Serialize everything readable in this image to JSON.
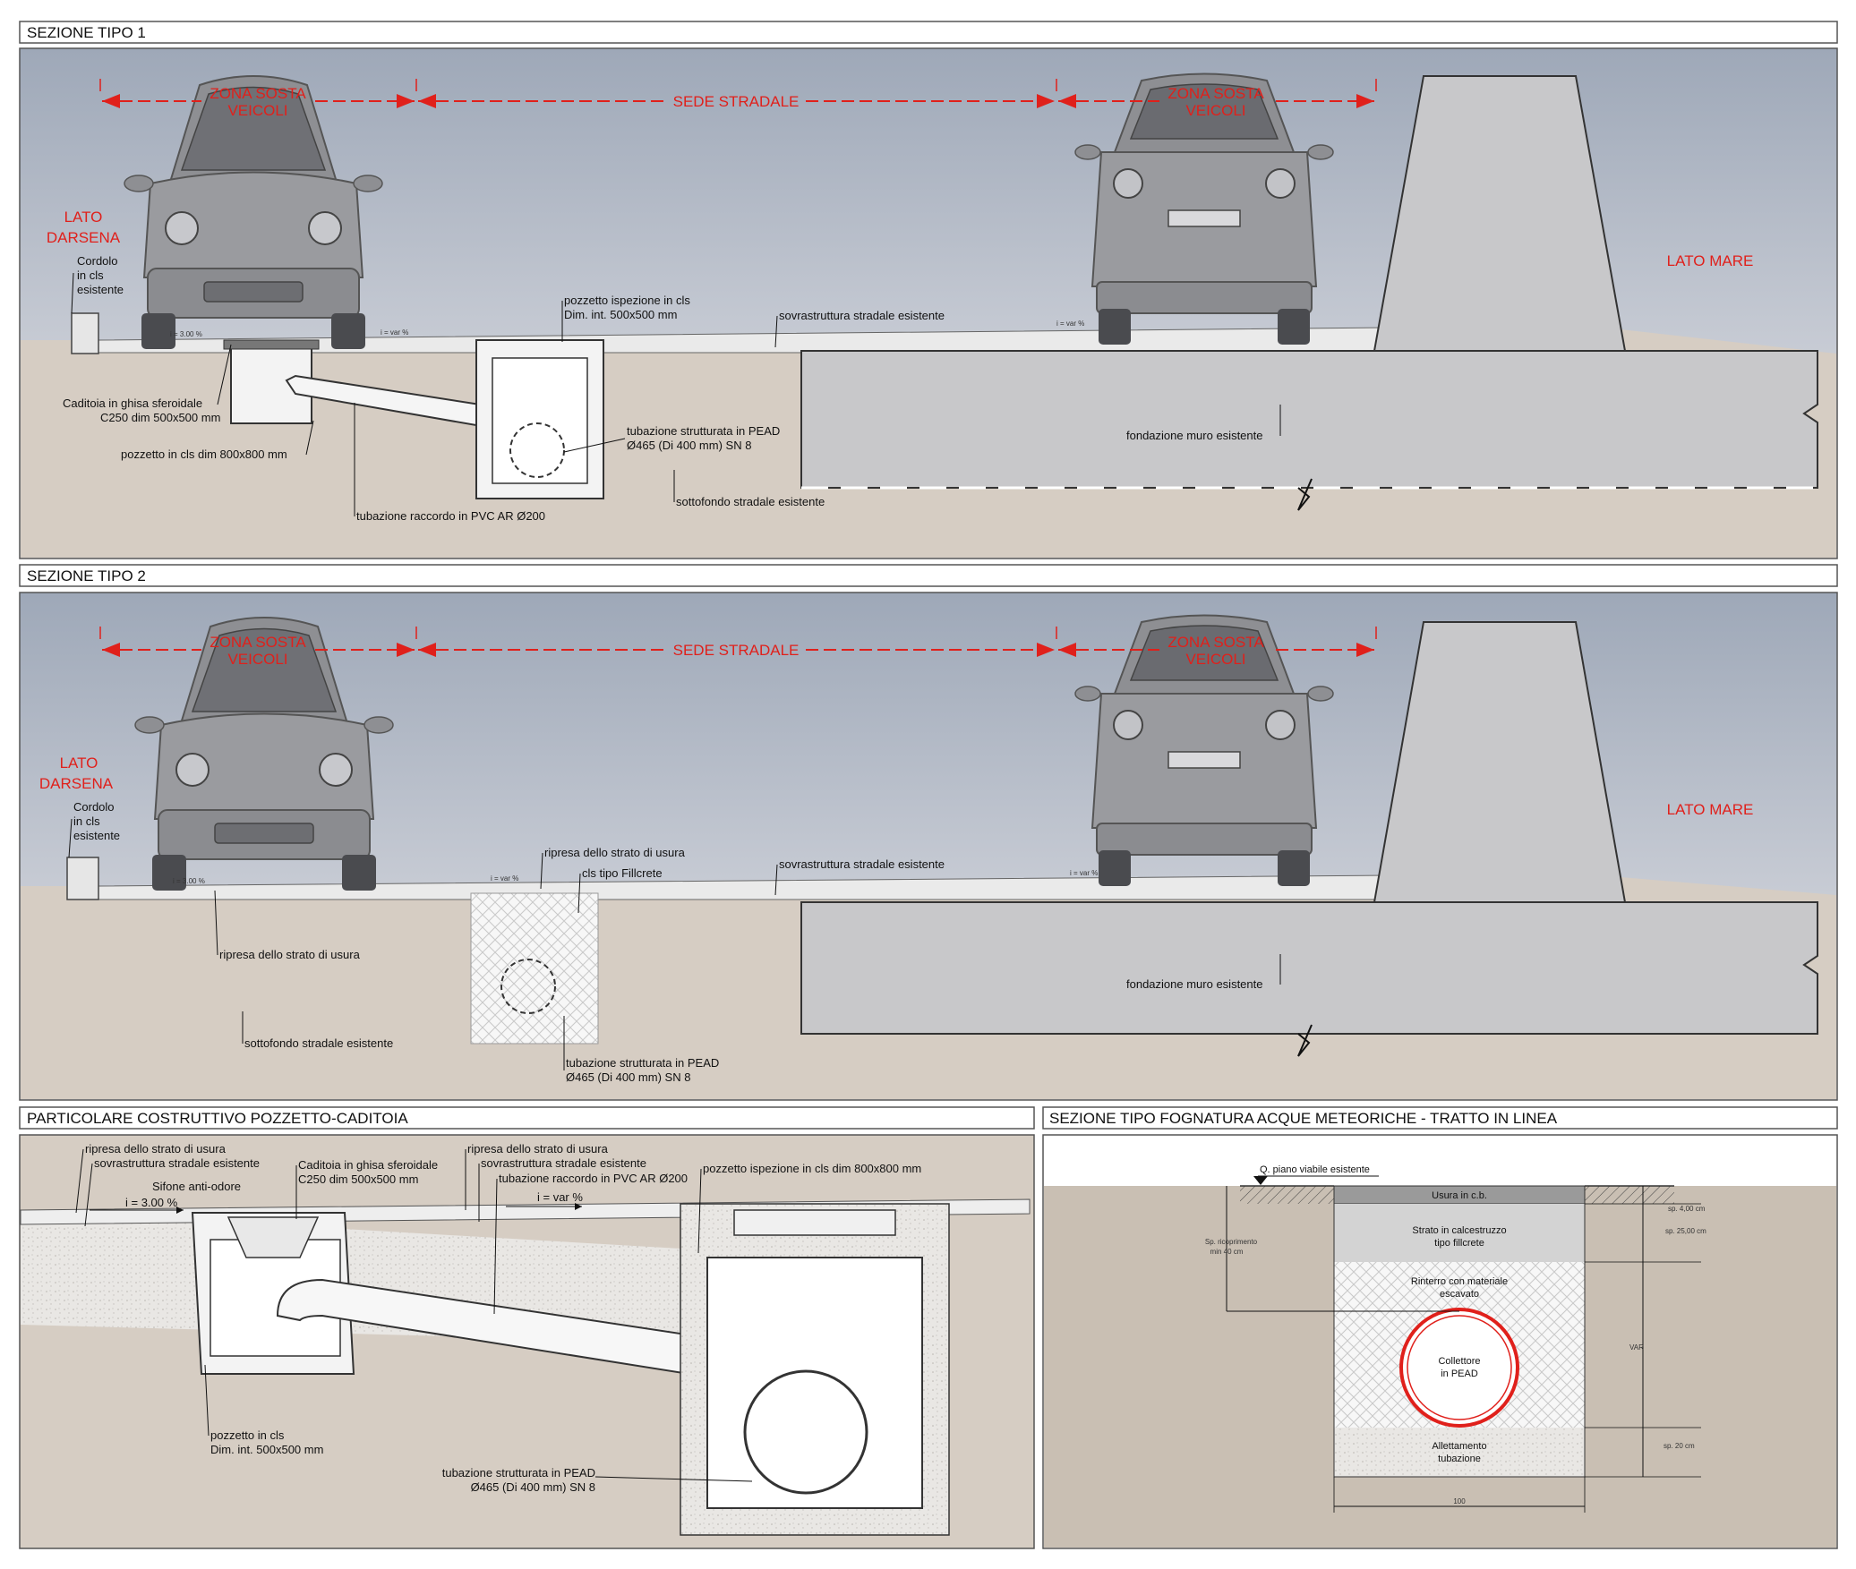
{
  "colors": {
    "sky_top": "#9aa4b4",
    "sky_bottom": "#dcdde2",
    "ground": "#d6cdc3",
    "concrete_wall": "#c8c8ca",
    "asphalt": "#e8e8e8",
    "red_text": "#e0201b",
    "frame": "#555555"
  },
  "s1": {
    "header": "SEZIONE TIPO 1",
    "zona_sosta": [
      "ZONA SOSTA",
      "VEICOLI"
    ],
    "sede": "SEDE STRADALE",
    "lato_darsena": [
      "LATO",
      "DARSENA"
    ],
    "lato_mare": "LATO MARE",
    "cordolo": [
      "Cordolo",
      "in cls",
      "esistente"
    ],
    "slope_left": "i = 3.00 %",
    "slope_mid": "i = var %",
    "slope_right": "i = var %",
    "pozzetto_isp": [
      "pozzetto ispezione in cls",
      "Dim. int. 500x500 mm"
    ],
    "sovrastruttura": "sovrastruttura stradale esistente",
    "caditoia": [
      "Caditoia in ghisa sferoidale",
      "C250 dim 500x500 mm"
    ],
    "pozzetto_cls": "pozzetto in cls dim 800x800 mm",
    "tubazione_pead": [
      "tubazione strutturata in PEAD",
      "Ø465 (Di 400 mm) SN 8"
    ],
    "fondazione": "fondazione muro esistente",
    "sottofondo": "sottofondo stradale esistente",
    "raccordo": "tubazione raccordo in PVC AR Ø200"
  },
  "s2": {
    "header": "SEZIONE TIPO 2",
    "zona_sosta": [
      "ZONA SOSTA",
      "VEICOLI"
    ],
    "sede": "SEDE STRADALE",
    "lato_darsena": [
      "LATO",
      "DARSENA"
    ],
    "lato_mare": "LATO MARE",
    "cordolo": [
      "Cordolo",
      "in cls",
      "esistente"
    ],
    "slope_left": "i = 3.00 %",
    "slope_mid": "i = var %",
    "slope_right": "i = var %",
    "ripresa_top": "ripresa dello strato di usura",
    "fillcrete": "cls tipo Fillcrete",
    "sovrastruttura": "sovrastruttura stradale esistente",
    "ripresa_left": "ripresa dello strato di usura",
    "fondazione": "fondazione muro esistente",
    "sottofondo": "sottofondo stradale esistente",
    "tubazione_pead": [
      "tubazione strutturata in PEAD",
      "Ø465 (Di 400 mm) SN 8"
    ]
  },
  "p3": {
    "header": "PARTICOLARE COSTRUTTIVO POZZETTO-CADITOIA",
    "ripresa_l": "ripresa dello strato di usura",
    "sovra_l": "sovrastruttura stradale esistente",
    "caditoia": [
      "Caditoia in ghisa sferoidale",
      "C250 dim 500x500 mm"
    ],
    "sifone": "Sifone anti-odore",
    "slope_l": "i = 3.00 %",
    "ripresa_r": "ripresa dello strato di usura",
    "sovra_r": "sovrastruttura stradale esistente",
    "raccordo": "tubazione raccordo in PVC AR Ø200",
    "slope_r": "i = var %",
    "pozzetto_isp": "pozzetto ispezione in cls dim 800x800 mm",
    "pozzetto_cls": [
      "pozzetto in cls",
      "Dim. int. 500x500 mm"
    ],
    "tubazione_pead": [
      "tubazione strutturata in PEAD",
      "Ø465 (Di 400 mm) SN 8"
    ]
  },
  "p4": {
    "header": "SEZIONE TIPO FOGNATURA ACQUE METEORICHE - TRATTO IN LINEA",
    "piano": "Q. piano viabile esistente",
    "usura": "Usura in c.b.",
    "strato": [
      "Strato in calcestruzzo",
      "tipo fillcrete"
    ],
    "rinterro": [
      "Rinterro con materiale",
      "escavato"
    ],
    "collettore": [
      "Collettore",
      "in PEAD"
    ],
    "allettamento": [
      "Allettamento",
      "tubazione"
    ],
    "ricoprimento": [
      "Sp. ricoprimento",
      "min 40 cm"
    ],
    "sp4": "sp. 4,00 cm",
    "sp25": "sp. 25,00 cm",
    "var": "VAR",
    "sp20": "sp. 20 cm",
    "w100": "100"
  }
}
